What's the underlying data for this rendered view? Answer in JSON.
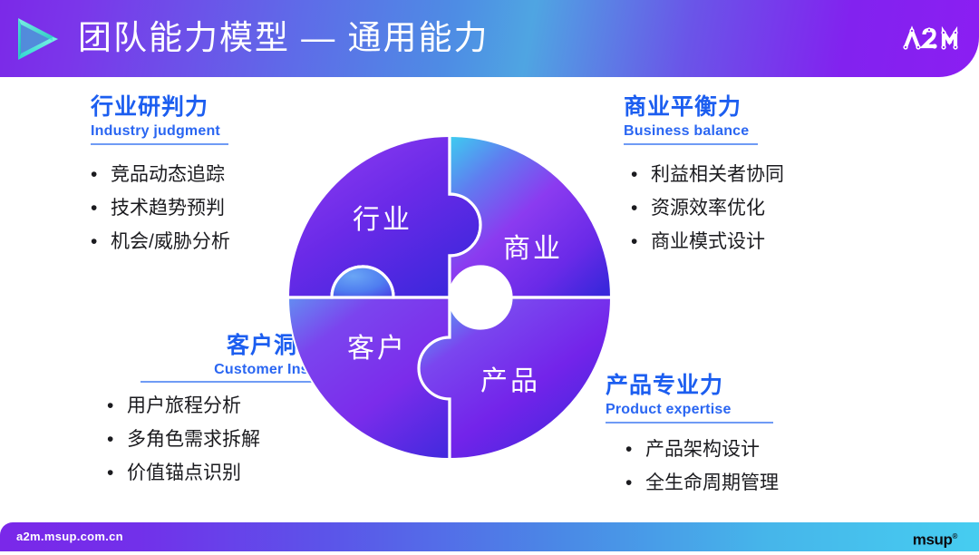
{
  "header": {
    "title": "团队能力模型 — 通用能力",
    "brand_logo": "a2m-logo",
    "play_logo": "play-triangle-logo"
  },
  "colors": {
    "heading_cn": "#1c5ef0",
    "heading_en": "#2a66f2",
    "rule": "#6f9bf5",
    "bullet_text": "#1b1b1f",
    "header_purple": "#7b29e8",
    "header_blue": "#4fa5e2",
    "footer_cyan": "#46cdf0",
    "puzzle_violet": "#6f2ae8",
    "puzzle_indigo": "#3322d8",
    "puzzle_cyan": "#3fc8f0"
  },
  "blocks": {
    "industry": {
      "cn": "行业研判力",
      "en": "Industry judgment",
      "bullets": [
        "竞品动态追踪",
        "技术趋势预判",
        "机会/威胁分析"
      ]
    },
    "business": {
      "cn": "商业平衡力",
      "en": "Business balance",
      "bullets": [
        "利益相关者协同",
        "资源效率优化",
        "商业模式设计"
      ]
    },
    "customer": {
      "cn": "客户洞察力",
      "en": "Customer Insights",
      "bullets": [
        "用户旅程分析",
        "多角色需求拆解",
        "价值锚点识别"
      ]
    },
    "product": {
      "cn": "产品专业力",
      "en": "Product expertise",
      "bullets": [
        "产品架构设计",
        "全生命周期管理"
      ]
    }
  },
  "puzzle": {
    "pieces": [
      {
        "id": "industry",
        "label": "行业",
        "quadrant": "top-left"
      },
      {
        "id": "business",
        "label": "商业",
        "quadrant": "top-right"
      },
      {
        "id": "customer",
        "label": "客户",
        "quadrant": "bottom-left"
      },
      {
        "id": "product",
        "label": "产品",
        "quadrant": "bottom-right"
      }
    ]
  },
  "bullet_glyph": "•",
  "footer": {
    "url": "a2m.msup.com.cn",
    "brand": "msup",
    "registered_mark": "®"
  }
}
